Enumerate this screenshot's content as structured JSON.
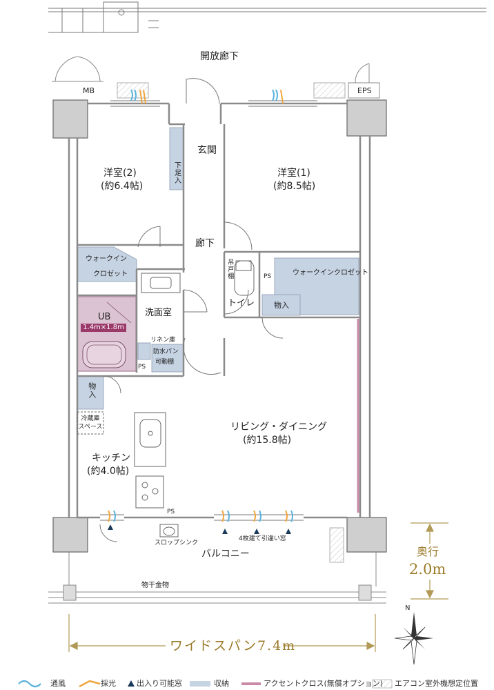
{
  "labels": {
    "corridor_open": "開放廊下",
    "mb": "MB",
    "eps": "EPS",
    "entrance": "玄関",
    "shoe_storage": "下足入",
    "western2": "洋室(2)",
    "western2_size": "(約6.4帖)",
    "western1": "洋室(1)",
    "western1_size": "(約8.5帖)",
    "hallway": "廊下",
    "walkin_a": "ウォークイン",
    "walkin_b": "クロゼット",
    "walkin_closet": "ウォークインクロゼット",
    "hanging_shelf": "吊戸棚",
    "ps": "PS",
    "toilet": "トイレ",
    "storage": "物入",
    "washroom": "洗面室",
    "ub": "UB",
    "ub_size": "1.4m×1.8m",
    "linen": "リネン庫",
    "waterproof_pan": "防水パン",
    "movable_shelf": "可動棚",
    "fridge_space": "冷蔵庫スペース",
    "kitchen": "キッチン",
    "kitchen_size": "(約4.0帖)",
    "living_dining": "リビング・ダイニング",
    "living_dining_size": "(約15.8帖)",
    "slop_sink": "スロップシンク",
    "sliding_window": "4枚建て引違い窓",
    "balcony": "バルコニー",
    "clothes_hanger": "物干金物",
    "depth_label": "奥行",
    "depth_value": "2.0m",
    "wide_span": "ワイドスパン7.4m",
    "north": "N"
  },
  "legend": {
    "ventilation": "通風",
    "daylight": "採光",
    "door_window": "出入り可能窓",
    "storage": "収納",
    "accent_cloth": "アクセントクロス(無償オプション)",
    "ac_unit": "エアコン室外機想定位置"
  },
  "colors": {
    "wall": "#8a8a8a",
    "storage_fill": "#c6d3e3",
    "ub_fill": "#dcc3d3",
    "accent": "#c98aa8",
    "ventilation": "#5db3dd",
    "daylight": "#f0a640",
    "dimension": "#b09a55"
  }
}
